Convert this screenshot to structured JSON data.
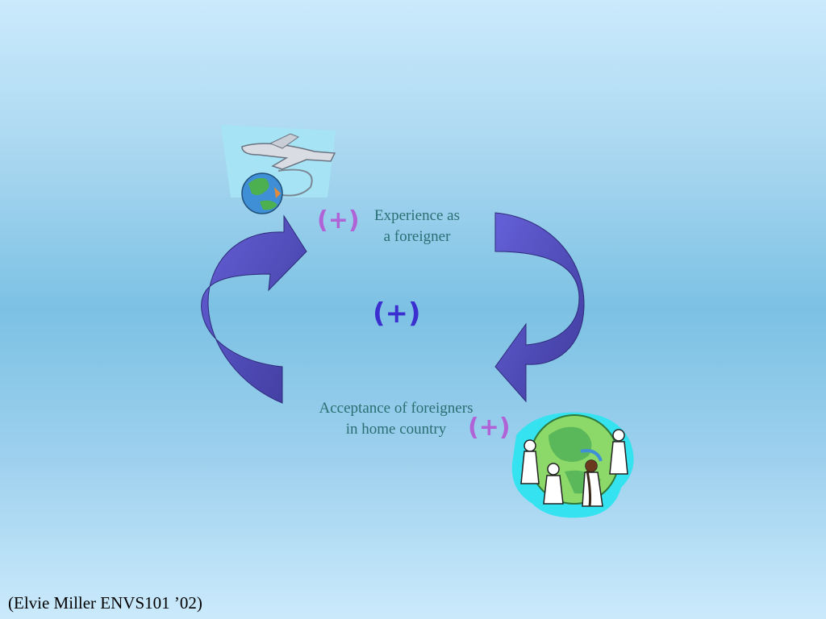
{
  "diagram": {
    "node_top": "Experience as\na foreigner",
    "node_bottom": "Acceptance of foreigners\nin home country",
    "sign_top": "(+)",
    "sign_bottom": "(+)",
    "sign_loop": "(+)"
  },
  "footer": {
    "credit": "(Elvie Miller ENVS101 ’02)"
  },
  "colors": {
    "arrow_fill": "#5a55d0",
    "arrow_dark": "#3e3aa0",
    "sign_color": "#b063d6",
    "loop_sign_color": "#3b2fcf",
    "label_color": "#2a6f73"
  },
  "icons": [
    "airplane-globe-clipart",
    "people-around-globe-clipart"
  ]
}
